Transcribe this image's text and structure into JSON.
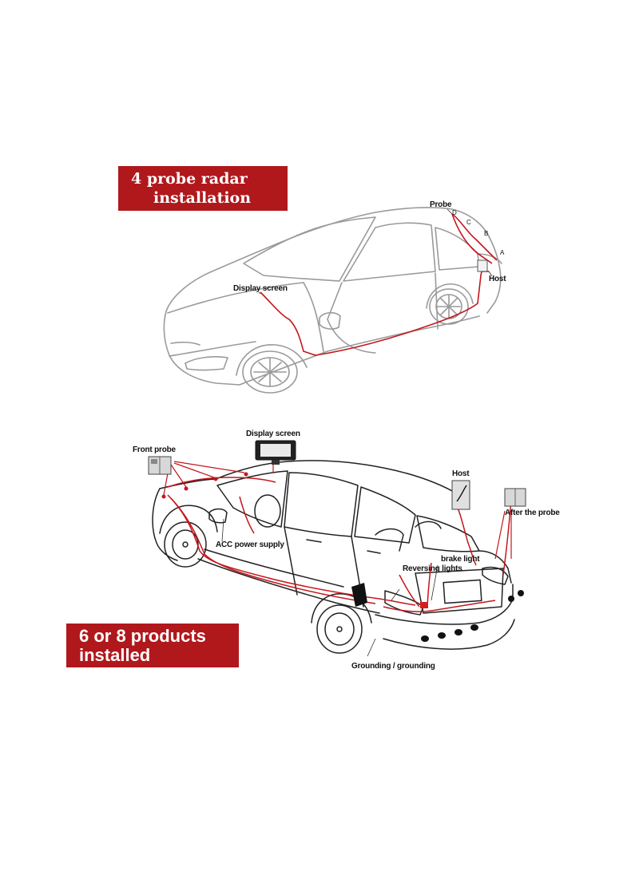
{
  "top_diagram": {
    "banner_line1": "4 probe radar",
    "banner_line2": "installation",
    "labels": {
      "probe": "Probe",
      "display_screen": "Display screen",
      "host": "Host",
      "a": "A",
      "b": "B",
      "c": "C",
      "d": "D"
    }
  },
  "bottom_diagram": {
    "banner_line1": "6 or 8 products",
    "banner_line2": "installed",
    "labels": {
      "front_probe": "Front probe",
      "display_screen": "Display screen",
      "host": "Host",
      "after_the_probe": "After the probe",
      "acc_power_supply": "ACC power supply",
      "brake_light": "brake light",
      "reversing_lights": "Reversing lights",
      "grounding": "Grounding / grounding"
    }
  },
  "colors": {
    "banner": "#b0181c",
    "wire": "#c4161c",
    "car_line_top": "#9a9a9a",
    "car_line_bottom": "#222222"
  }
}
